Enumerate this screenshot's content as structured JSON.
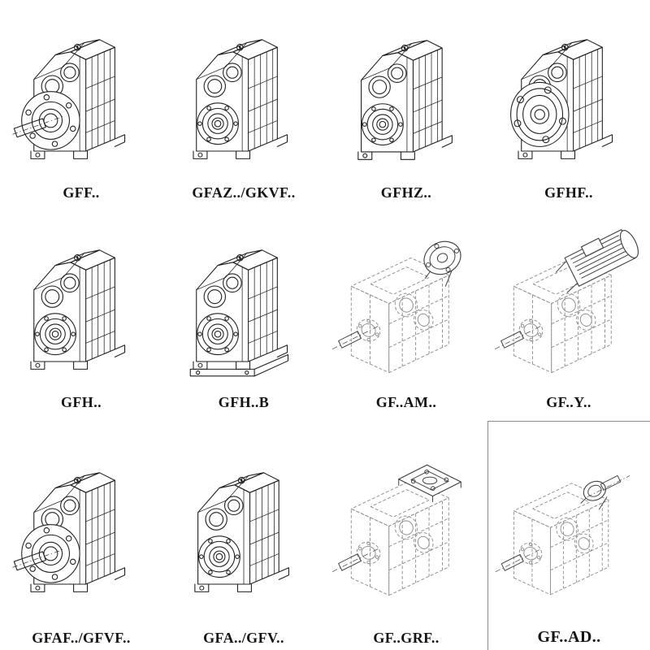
{
  "page": {
    "background": "#ffffff",
    "colors": {
      "line": "#1f1f1f",
      "dash": "#8f8f8f",
      "accessory": "#3d3d3d",
      "background": "#ffffff"
    }
  },
  "catalog": {
    "items": [
      {
        "label": "GFF..",
        "drawing": "helical-gearbox-output-flange-with-shaft",
        "line_style": "solid"
      },
      {
        "label": "GFAZ../GKVF..",
        "drawing": "helical-gearbox-hollow-shaft",
        "line_style": "solid"
      },
      {
        "label": "GFHZ..",
        "drawing": "helical-gearbox-hollow-shaft",
        "line_style": "solid"
      },
      {
        "label": "GFHF..",
        "drawing": "helical-gearbox-flange-hollow-bore",
        "line_style": "solid"
      },
      {
        "label": "GFH..",
        "drawing": "helical-gearbox-hollow-shaft",
        "line_style": "solid"
      },
      {
        "label": "GFH..B",
        "drawing": "helical-gearbox-hollow-shaft-with-base",
        "line_style": "solid"
      },
      {
        "label": "GF..AM..",
        "drawing": "gearbox-with-motor-adapter-flange",
        "line_style": "dashed"
      },
      {
        "label": "GF..Y..",
        "drawing": "gearbox-with-mounted-motor",
        "line_style": "dashed"
      },
      {
        "label": "GFAF../GFVF..",
        "drawing": "helical-gearbox-output-flange-with-shaft",
        "line_style": "solid"
      },
      {
        "label": "GFA../GFV..",
        "drawing": "helical-gearbox-hollow-shaft",
        "line_style": "solid"
      },
      {
        "label": "GF..GRF..",
        "drawing": "gearbox-with-square-adapter-plate",
        "line_style": "dashed"
      },
      {
        "label": "GF..AD..",
        "drawing": "gearbox-with-input-shaft-adapter",
        "line_style": "dashed"
      }
    ]
  }
}
